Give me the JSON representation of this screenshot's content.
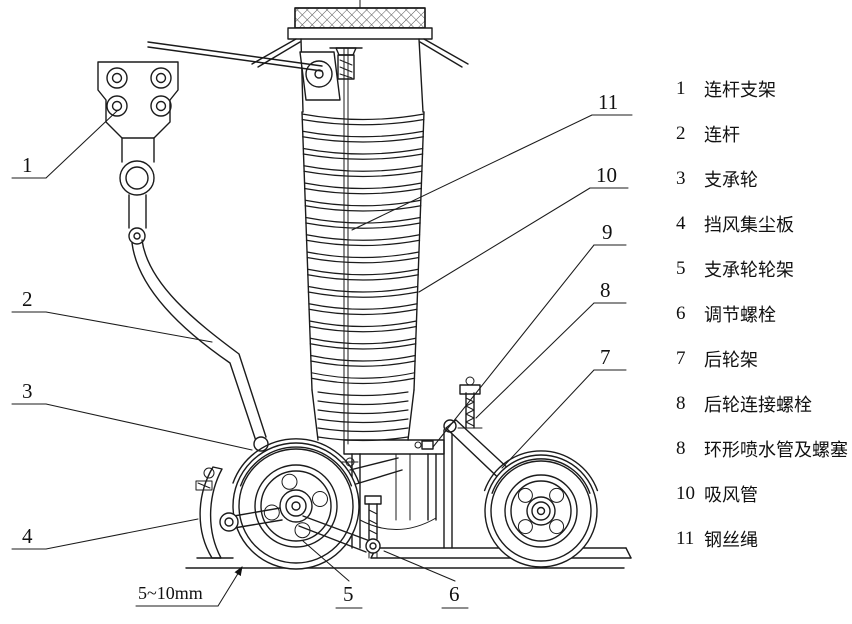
{
  "callouts": {
    "c1": "1",
    "c2": "2",
    "c3": "3",
    "c4": "4",
    "c5": "5",
    "c6": "6",
    "c7": "7",
    "c8": "8",
    "c9": "9",
    "c10": "10",
    "c11": "11",
    "dim": "5~10mm"
  },
  "legend": {
    "items": [
      {
        "num": "1",
        "label": "连杆支架"
      },
      {
        "num": "2",
        "label": "连杆"
      },
      {
        "num": "3",
        "label": "支承轮"
      },
      {
        "num": "4",
        "label": "挡风集尘板"
      },
      {
        "num": "5",
        "label": "支承轮轮架"
      },
      {
        "num": "6",
        "label": "调节螺栓"
      },
      {
        "num": "7",
        "label": "后轮架"
      },
      {
        "num": "8",
        "label": "后轮连接螺栓"
      },
      {
        "num": "8",
        "label": "环形喷水管及螺塞"
      },
      {
        "num": "10",
        "label": "吸风管"
      },
      {
        "num": "11",
        "label": "钢丝绳"
      }
    ]
  }
}
